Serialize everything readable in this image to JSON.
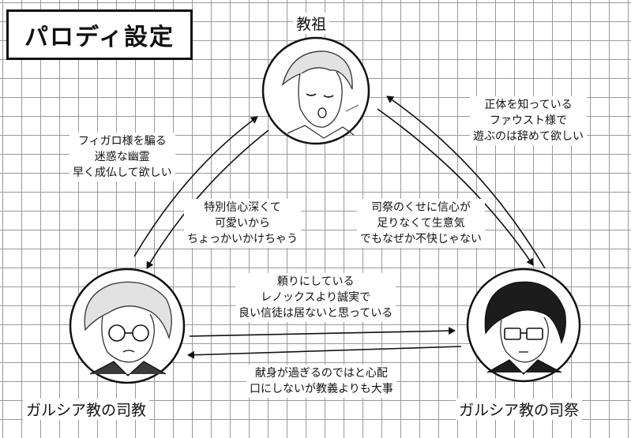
{
  "title": "パロディ設定",
  "nodes": {
    "founder": {
      "role": "教祖",
      "avatar_icon": "sleeping-founder-portrait-icon"
    },
    "bishop": {
      "role": "ガルシア教の司教",
      "avatar_icon": "glasses-bishop-portrait-icon"
    },
    "priest": {
      "role": "ガルシア教の司祭",
      "avatar_icon": "glasses-priest-portrait-icon"
    }
  },
  "edges": {
    "bishop_to_founder": [
      "フィガロ様を騙る",
      "迷惑な幽霊",
      "早く成仏して欲しい"
    ],
    "founder_to_bishop": [
      "特別信心深くて",
      "可愛いから",
      "ちょっかいかけちゃう"
    ],
    "priest_to_founder": [
      "正体を知っている",
      "ファウスト様で",
      "遊ぶのは辞めて欲しい"
    ],
    "founder_to_priest": [
      "司祭のくせに信心が",
      "足りなくて生意気",
      "でもなぜか不快じゃない"
    ],
    "bishop_to_priest": [
      "頼りにしている",
      "レノックスより誠実で",
      "良い信徒は居ないと思っている"
    ],
    "priest_to_bishop": [
      "献身が過ぎるのではと心配",
      "口にしないが教義よりも大事"
    ]
  }
}
